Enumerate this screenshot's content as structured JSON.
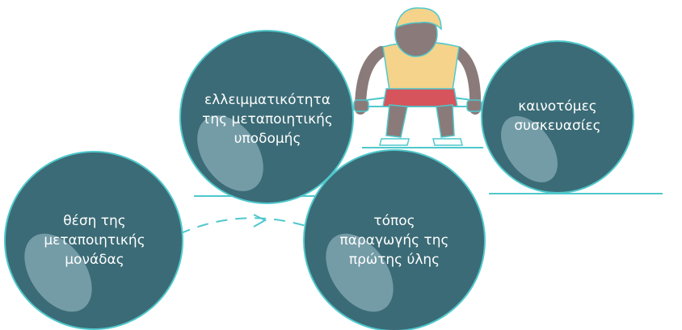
{
  "colors": {
    "bubble": "#3b6b76",
    "bubble_border": "#4fc8cc",
    "highlight": "#7fa5b0",
    "line": "#4fc8cc",
    "skin": "#8a7b7a",
    "hair": "#f5d38a",
    "shirt": "#f5d38a",
    "shorts": "#d6545c",
    "skin_outline": "#4fc8cc"
  },
  "bubbles": [
    {
      "id": "production-infrastructure",
      "label": "ελλειμματικότητα\nτης μεταποιητικής\nυποδομής"
    },
    {
      "id": "innovative-packaging",
      "label": "καινοτόμες\nσυσκευασίες"
    },
    {
      "id": "plant-location",
      "label": "θέση της\nμεταποιητικής\nμονάδας"
    },
    {
      "id": "raw-material-origin",
      "label": "τόπος\nπαραγωγής της\nπρώτης ύλης"
    }
  ],
  "icons": {
    "arrow": "dashed-arrow-icon",
    "weightlifter": "weightlifter-icon"
  }
}
